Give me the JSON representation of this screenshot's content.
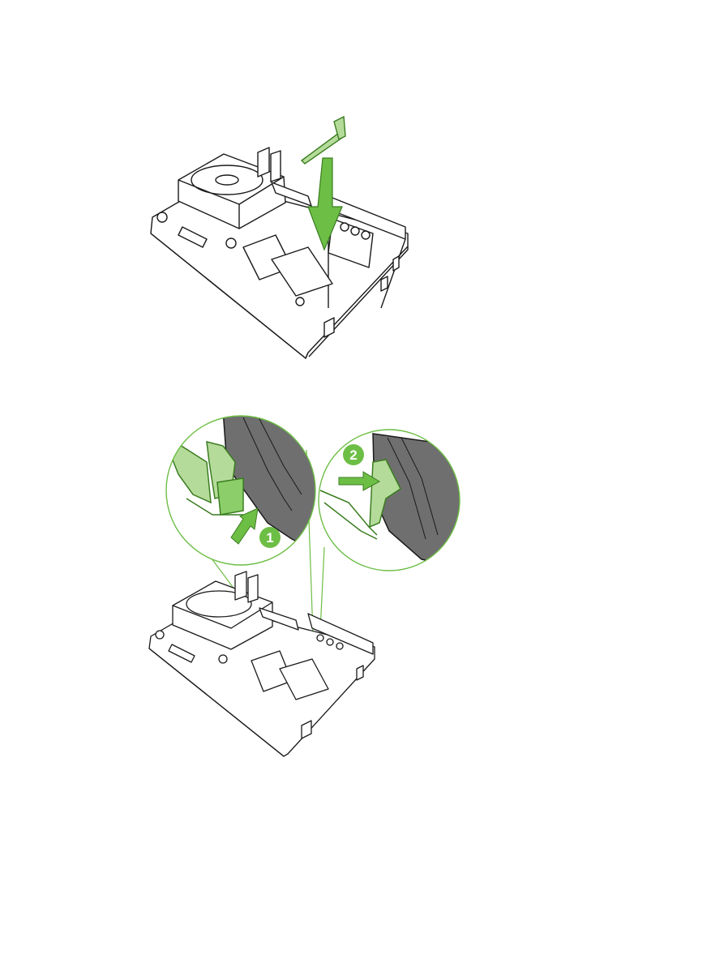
{
  "document": {
    "figures": [
      {
        "id": "install-bracket",
        "step_markers": []
      },
      {
        "id": "secure-bracket",
        "step_markers": [
          {
            "label": "1"
          },
          {
            "label": "2"
          }
        ]
      }
    ]
  },
  "colors": {
    "accent_green": "#6DBE45",
    "accent_green_light": "#B5DB9A",
    "line": "#1a1a1a",
    "part_gray": "#6f6f6f",
    "part_gray_dark": "#4a4a4a",
    "background": "#ffffff"
  },
  "icons": [
    "down-arrow-icon",
    "right-arrow-icon",
    "up-arrow-icon",
    "bracket-icon",
    "hard-drive-icon",
    "circuit-board-icon"
  ]
}
